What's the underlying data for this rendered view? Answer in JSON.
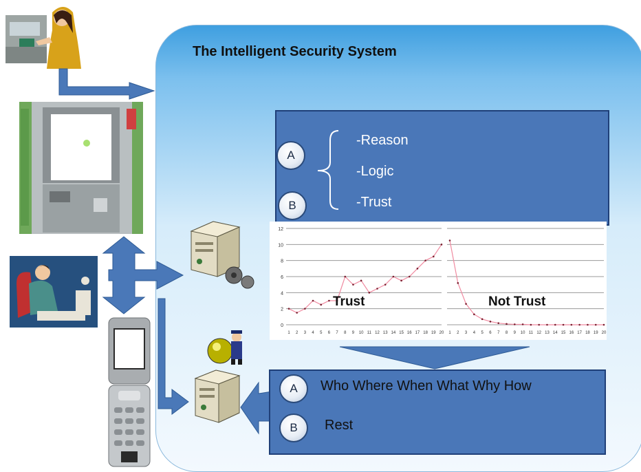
{
  "title": "The Intelligent Security System",
  "box_top": {
    "badge_a": "A",
    "badge_b": "B",
    "items": [
      "-Reason",
      "-Logic",
      "-Trust"
    ]
  },
  "box_bottom": {
    "badge_a": "A",
    "badge_b": "B",
    "line_a": "Who Where When What Why How",
    "line_b": "Rest"
  },
  "colors": {
    "box_fill": "#4a77b8",
    "arrow": "#4a78b8",
    "panel_top": "#3f9fe0",
    "series_line": "#f08aa0",
    "series_marker": "#7a2030"
  },
  "chart_data": [
    {
      "type": "line",
      "annotation": "Trust",
      "x": [
        1,
        2,
        3,
        4,
        5,
        6,
        7,
        8,
        9,
        10,
        11,
        12,
        13,
        14,
        15,
        16,
        17,
        18,
        19,
        20
      ],
      "values": [
        2,
        1.5,
        2,
        3,
        2.5,
        3,
        3,
        6,
        5,
        5.5,
        4,
        4.5,
        5,
        6,
        5.5,
        6,
        7,
        8,
        8.5,
        10
      ],
      "ylim": [
        0,
        12
      ],
      "yticks": [
        0,
        2,
        4,
        6,
        8,
        10,
        12
      ],
      "grid": true
    },
    {
      "type": "line",
      "annotation": "Not Trust",
      "x": [
        1,
        2,
        3,
        4,
        5,
        6,
        7,
        8,
        9,
        10,
        11,
        12,
        13,
        14,
        15,
        16,
        17,
        18,
        19,
        20
      ],
      "values": [
        10.5,
        5.2,
        2.6,
        1.3,
        0.7,
        0.4,
        0.2,
        0.1,
        0.05,
        0.05,
        0,
        0,
        0,
        0,
        0,
        0,
        0,
        0,
        0,
        0
      ],
      "ylim": [
        0,
        12
      ],
      "grid": true
    }
  ]
}
